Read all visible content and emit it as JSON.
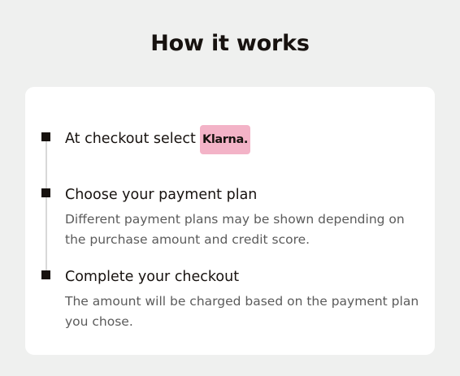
{
  "header": {
    "title": "How it works"
  },
  "steps": [
    {
      "title": "At checkout select",
      "badge": "Klarna."
    },
    {
      "title": "Choose your payment plan",
      "description": "Different payment plans may be shown depending on the purchase amount and credit score."
    },
    {
      "title": "Complete your checkout",
      "description": "The amount will be charged based on the payment plan you chose."
    }
  ],
  "colors": {
    "background": "#eff0ef",
    "card": "#ffffff",
    "text": "#17120f",
    "muted_text": "#5b5b5b",
    "klarna_pink": "#f3b3c7",
    "timeline": "#d8d8d8"
  }
}
